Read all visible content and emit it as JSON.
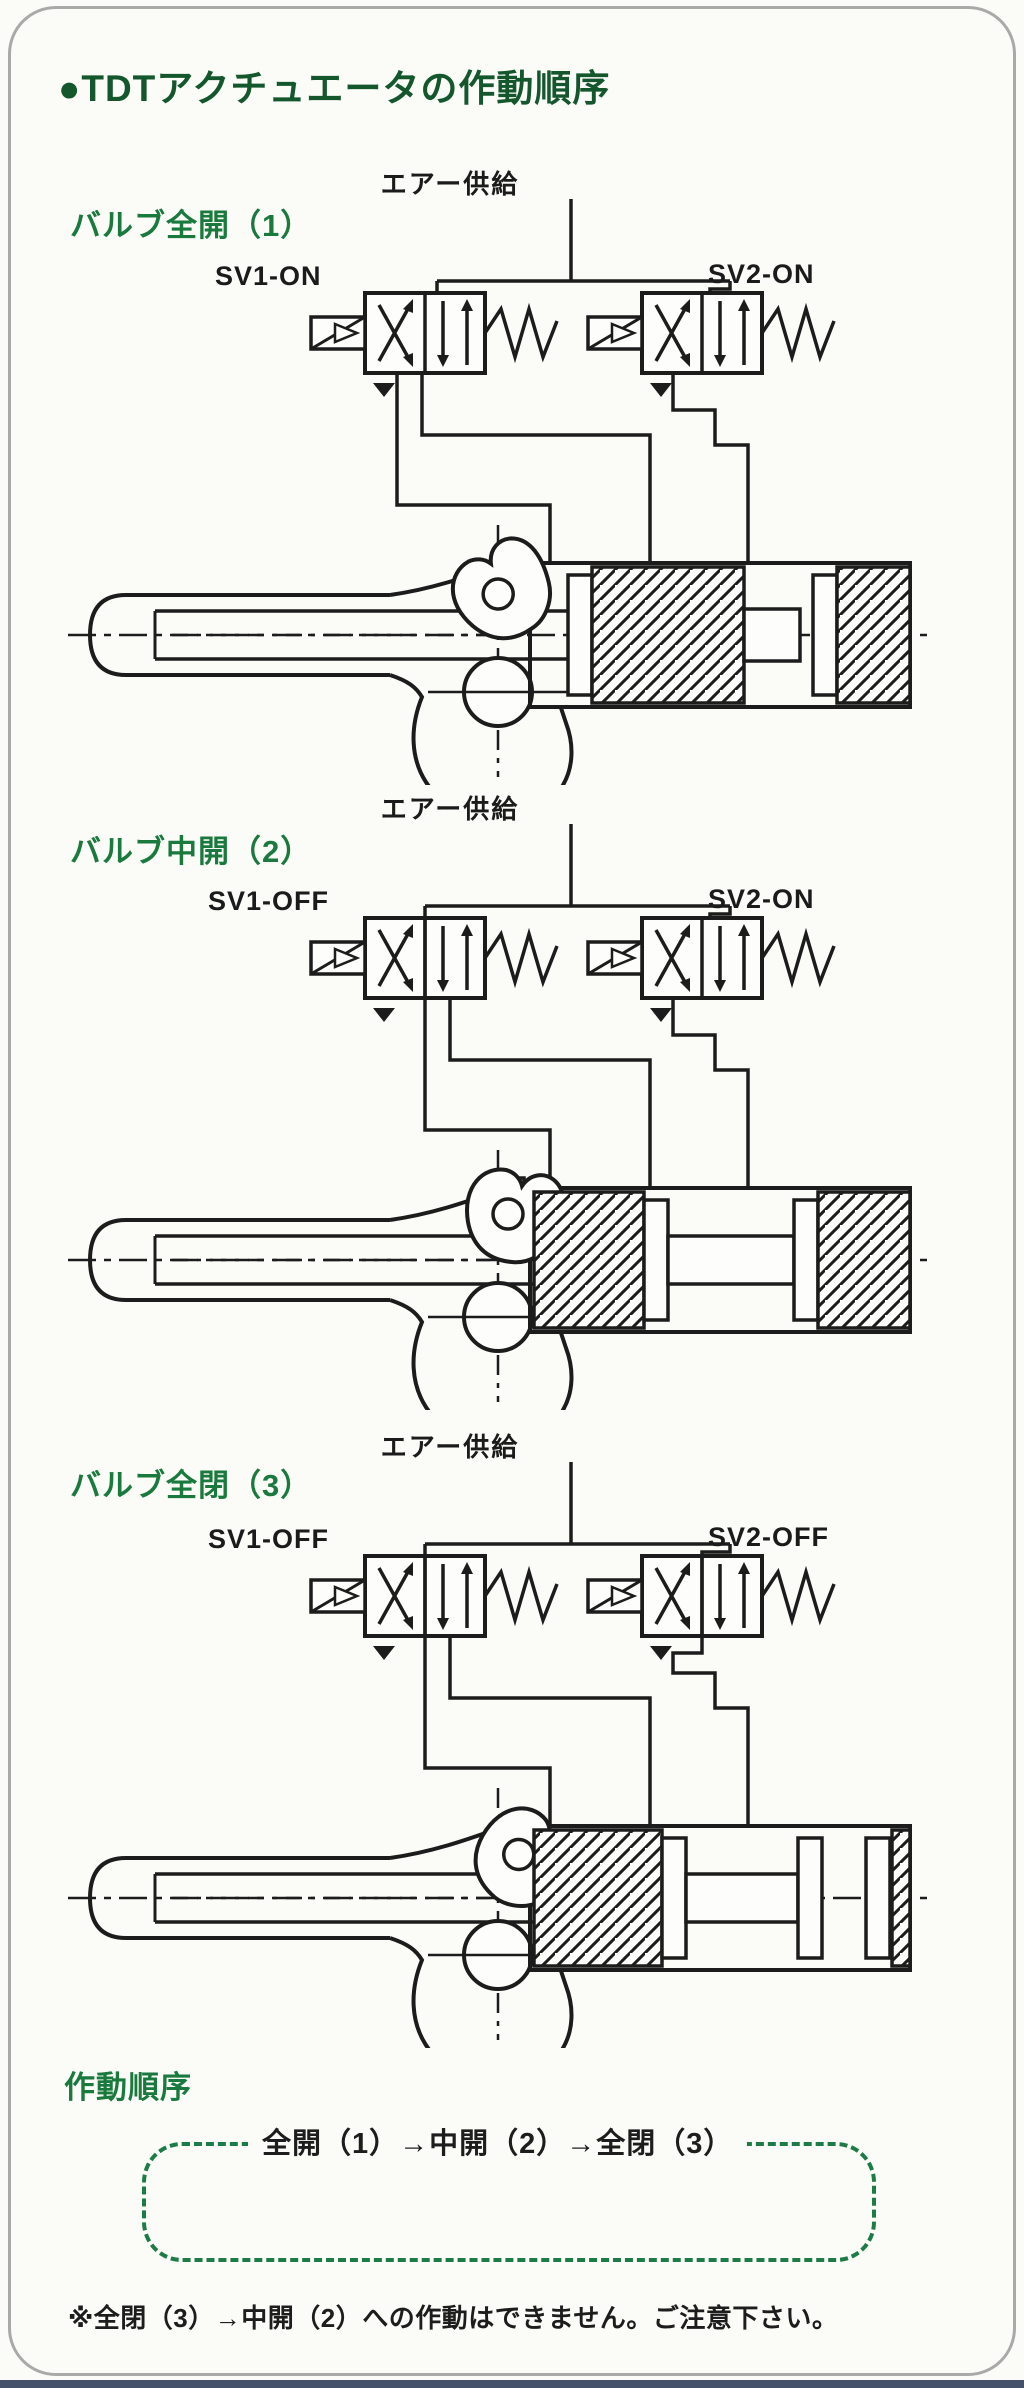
{
  "page": {
    "title": "●TDTアクチュエータの作動順序"
  },
  "panels": [
    {
      "heading": "バルブ全開（1）",
      "air_supply": "エアー供給",
      "sv1_label": "SV1-ON",
      "sv2_label": "SV2-ON"
    },
    {
      "heading": "バルブ中開（2）",
      "air_supply": "エアー供給",
      "sv1_label": "SV1-OFF",
      "sv2_label": "SV2-ON"
    },
    {
      "heading": "バルブ全閉（3）",
      "air_supply": "エアー供給",
      "sv1_label": "SV1-OFF",
      "sv2_label": "SV2-OFF"
    }
  ],
  "sequence": {
    "heading": "作動順序",
    "flow": "全開（1）→中開（2）→全閉（3）",
    "note": "※全閉（3）→中開（2）への作動はできません。ご注意下さい。"
  },
  "colors": {
    "title_green": "#14572c",
    "heading_green": "#1a7a3d",
    "dashed_box_green": "#1c7c45",
    "diagram_line": "#1c1c1c",
    "page_background": "#fbfbf8",
    "border_gray": "#a9a9a7",
    "bottom_edge": "#45506a"
  }
}
